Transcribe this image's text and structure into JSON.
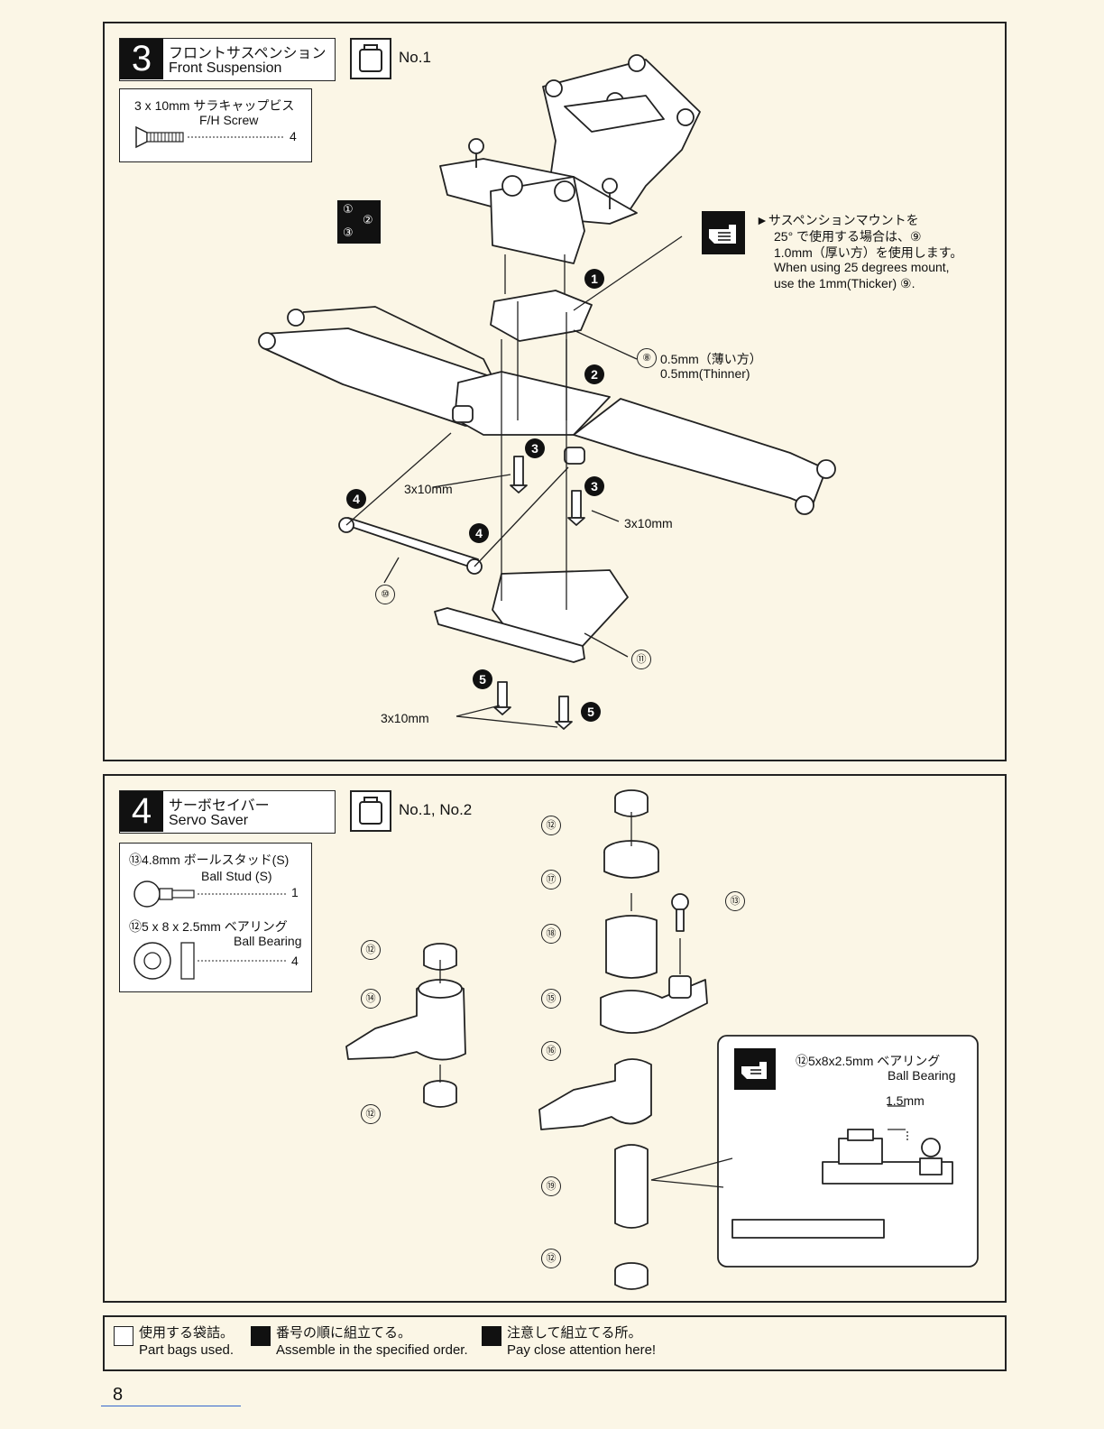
{
  "step3": {
    "number": "3",
    "title_jp": "フロントサスペンション",
    "title_en": "Front Suspension",
    "bag": "No.1",
    "parts_jp": "3 x 10mm サラキャップビス",
    "parts_en": "F/H Screw",
    "parts_qty": "4",
    "order_icon_labels": [
      "①",
      "②",
      "③"
    ],
    "note_jp_1": "►サスペンションマウントを",
    "note_jp_2": "25° で使用する場合は、⑨",
    "note_jp_3": "1.0mm（厚い方）を使用します。",
    "note_en_1": "When using 25 degrees mount,",
    "note_en_2": "use the 1mm(Thicker) ⑨.",
    "callout_8_jp": "0.5mm（薄い方）",
    "callout_8_en": "0.5mm(Thinner)",
    "screw_label": "3x10mm",
    "part_numbers": [
      "⑧",
      "⑩",
      "⑪"
    ],
    "step_badges": [
      "❶",
      "❷",
      "❸",
      "❸",
      "❹",
      "❹",
      "❺",
      "❺"
    ]
  },
  "step4": {
    "number": "4",
    "title_jp": "サーボセイバー",
    "title_en": "Servo Saver",
    "bag": "No.1, No.2",
    "part13_jp": "⑬4.8mm ボールスタッド(S)",
    "part13_en": "Ball Stud (S)",
    "part13_qty": "1",
    "part12_jp": "⑫5 x 8 x 2.5mm ベアリング",
    "part12_en": "Ball Bearing",
    "part12_qty": "4",
    "detail_jp": "⑫5x8x2.5mm ベアリング",
    "detail_en": "Ball Bearing",
    "detail_gap": "1.5mm",
    "part_numbers": [
      "⑫",
      "⑭",
      "⑫",
      "⑫",
      "⑰",
      "⑬",
      "⑱",
      "⑮",
      "⑯",
      "⑲",
      "⑫"
    ]
  },
  "legend": {
    "bags_jp": "使用する袋詰。",
    "bags_en": "Part bags used.",
    "order_jp": "番号の順に組立てる。",
    "order_en": "Assemble in the specified order.",
    "attention_jp": "注意して組立てる所。",
    "attention_en": "Pay close attention here!"
  },
  "page_number": "8"
}
